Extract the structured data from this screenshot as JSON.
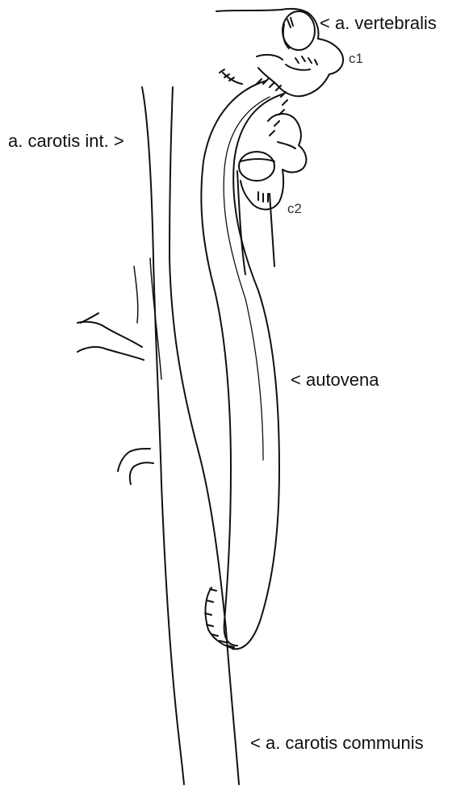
{
  "labels": {
    "vertebralis": "a. vertebralis",
    "c1": "c1",
    "carotis_int": "a. carotis int.",
    "c2": "c2",
    "autovena": "autovena",
    "carotis_communis": "a. carotis communis"
  },
  "colors": {
    "ink": "#111111",
    "background": "#ffffff"
  }
}
